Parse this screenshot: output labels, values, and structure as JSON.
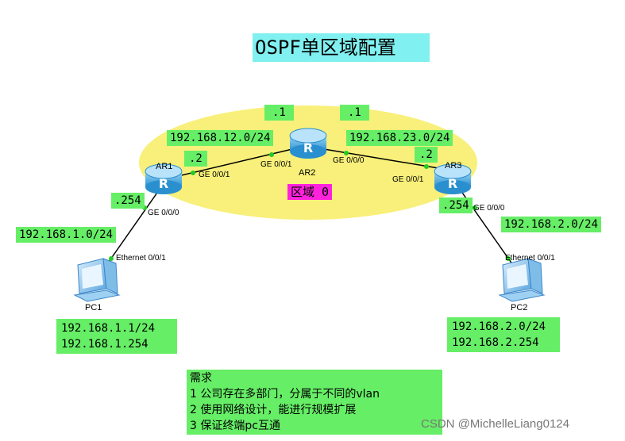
{
  "title": "OSPF单区域配置",
  "area_label": "区域 0",
  "routers": [
    {
      "name": "AR1",
      "role": "router-icon"
    },
    {
      "name": "AR2",
      "role": "router-icon"
    },
    {
      "name": "AR3",
      "role": "router-icon"
    }
  ],
  "pcs": [
    {
      "name": "PC1",
      "ip": "192.168.1.1/24",
      "gateway": "192.168.1.254"
    },
    {
      "name": "PC2",
      "ip": "192.168.2.0/24",
      "gateway": "192.168.2.254"
    }
  ],
  "networks": {
    "ar1_ar2": "192.168.12.0/24",
    "ar2_ar3": "192.168.23.0/24",
    "pc1_lan": "192.168.1.0/24",
    "pc2_lan": "192.168.2.0/24"
  },
  "host_ids": {
    "ar2_left": ".1",
    "ar2_right": ".1",
    "ar1_g001": ".2",
    "ar3_g001": ".2",
    "ar1_g000": ".254",
    "ar3_g000": ".254"
  },
  "ports": {
    "ar1_g001": "GE 0/0/1",
    "ar2_g001": "GE 0/0/1",
    "ar2_g000": "GE 0/0/0",
    "ar3_g001": "GE 0/0/1",
    "ar1_g000": "GE 0/0/0",
    "ar3_g000": "GE 0/0/0",
    "pc1_eth": "Ethernet 0/0/1",
    "pc2_eth": "Ethernet 0/0/1"
  },
  "requirements": {
    "heading": "需求",
    "items": [
      "1 公司存在多部门，分属于不同的vlan",
      "2 使用网络设计，能进行规模扩展",
      "3 保证终端pc互通"
    ]
  },
  "watermark": "CSDN @MichelleLiang0124",
  "colors": {
    "area_ellipse": "#f8f07a",
    "label_green": "#66ee66",
    "title_bg": "#80f0f0",
    "area_label_bg": "#ff22dd",
    "router_blue": "#3a9fd8",
    "link": "#000000",
    "port_dot": "#22cc22"
  }
}
